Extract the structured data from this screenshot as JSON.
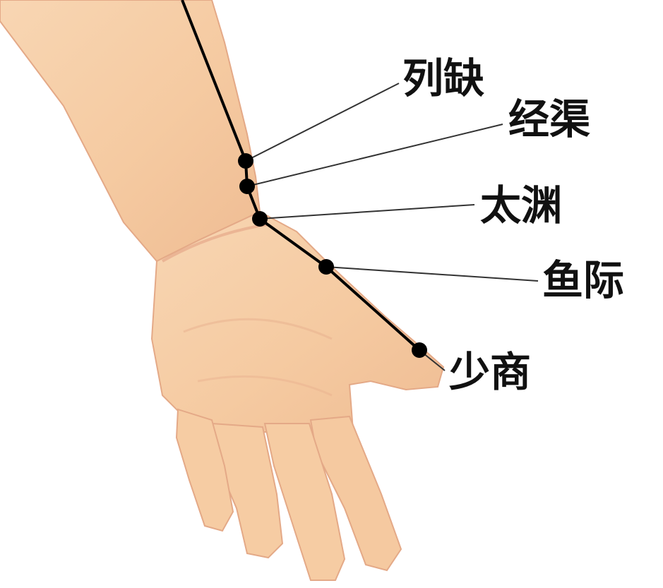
{
  "colors": {
    "background": "#ffffff",
    "skin": "#f6cfa7",
    "skin_shadow": "#e6a681",
    "skin_highlight": "#fbe3c8",
    "meridian_line": "#000000",
    "leader_line": "#333333",
    "label_text": "#111111"
  },
  "acupoints": [
    {
      "id": "lieque",
      "label": "列缺"
    },
    {
      "id": "jingqu",
      "label": "经渠"
    },
    {
      "id": "taiyuan",
      "label": "太渊"
    },
    {
      "id": "yuji",
      "label": "鱼际"
    },
    {
      "id": "shaoshang",
      "label": "少商"
    }
  ]
}
